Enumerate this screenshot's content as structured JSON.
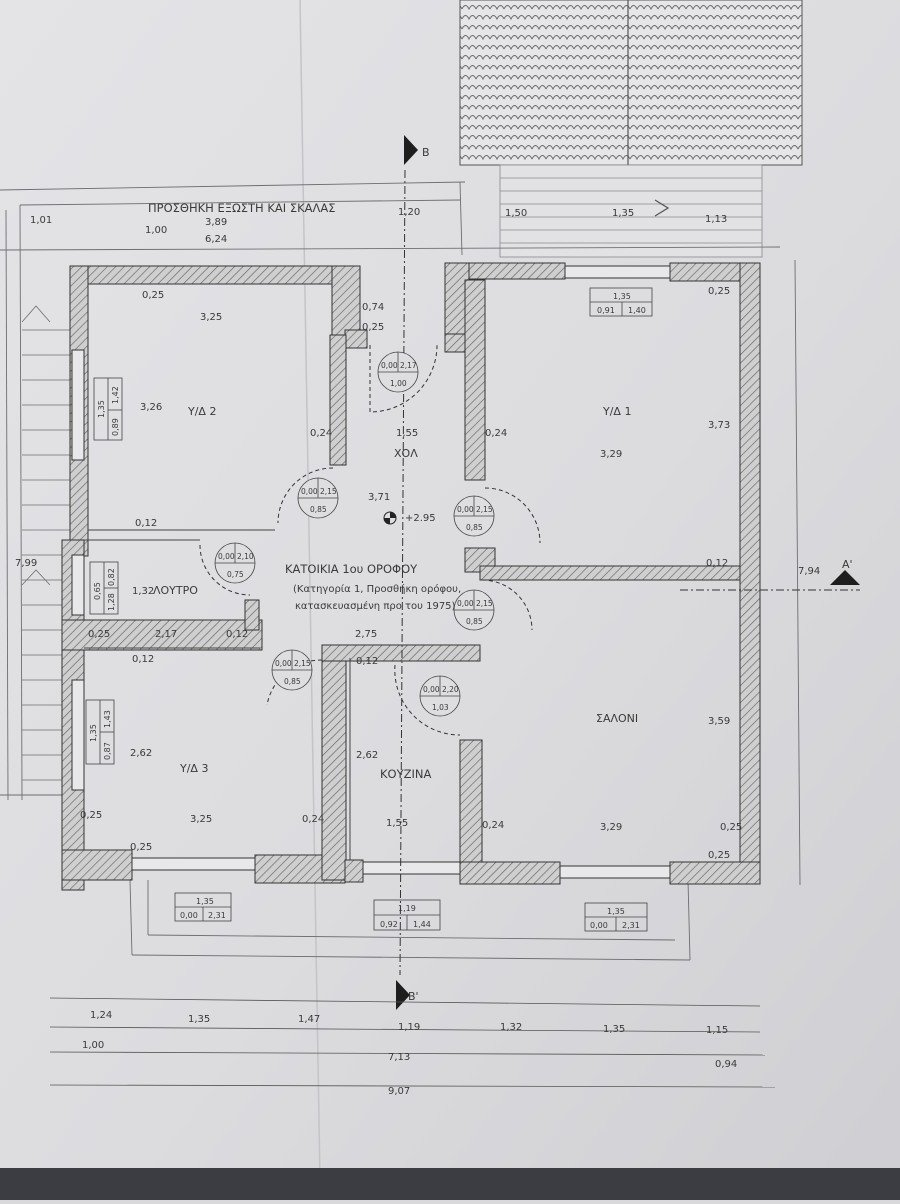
{
  "drawing": {
    "header_label": "ΠΡΟΣΘΗΚΗ ΕΞΩΣΤΗ ΚΑΙ ΣΚΑΛΑΣ",
    "title": "ΚΑΤΟΙΚΙΑ 1ου ΟΡΟΦΟΥ",
    "subtitle_1": "(Κατηγορία 1, Προσθήκη ορόφου,",
    "subtitle_2": "κατασκευασμένη προ του 1975)",
    "level_mark": "+2.95",
    "section_b": "B",
    "section_b_prime": "B'",
    "section_a_prime": "A'"
  },
  "rooms": {
    "yd2": "Υ/Δ 2",
    "yd1": "Υ/Δ 1",
    "yd3": "Υ/Δ 3",
    "hall": "ΧΟΛ",
    "bath": "ΛΟΥΤΡΟ",
    "kitchen": "ΚΟΥΖΙΝΑ",
    "living": "ΣΑΛΟΝΙ"
  },
  "dims": {
    "top_101": "1,01",
    "top_389": "3,89",
    "top_120": "1,20",
    "top_150": "1,50",
    "top_135": "1,35",
    "top_113": "1,13",
    "top_100": "1,00",
    "top_624": "6,24",
    "yd2_w": "3,25",
    "yd2_wall_top": "0,25",
    "yd2_h": "3,26",
    "yd2_wall_l": "0,12",
    "hall_074": "0,74",
    "hall_025": "0,25",
    "hall_024": "0,24",
    "hall_155": "1,55",
    "hall_371": "3,71",
    "hall_275": "2,75",
    "yd1_wall_top": "0,25",
    "yd1_wall_l": "0,24",
    "yd1_w": "3,29",
    "yd1_h": "3,73",
    "yd1_012": "0,12",
    "bath_132": "1,32",
    "bath_025": "0,25",
    "bath_217": "2,17",
    "bath_012": "0,12",
    "yd3_012": "0,12",
    "yd3_h": "2,62",
    "yd3_025": "0,25",
    "yd3_w": "3,25",
    "yd3_024": "0,24",
    "yd3_025b": "0,25",
    "kit_012": "0,12",
    "kit_h": "2,62",
    "kit_w": "1,55",
    "liv_024": "0,24",
    "liv_w": "3,29",
    "liv_h": "3,59",
    "liv_025a": "0,25",
    "liv_025b": "0,25",
    "right_794": "7,94",
    "left_799": "7,99",
    "bot_124": "1,24",
    "bot_135a": "1,35",
    "bot_147": "1,47",
    "bot_119": "1,19",
    "bot_132": "1,32",
    "bot_135b": "1,35",
    "bot_115": "1,15",
    "bot_100": "1,00",
    "bot_713": "7,13",
    "bot_094": "0,94",
    "bot_907": "9,07"
  },
  "windows": {
    "w_yd1": {
      "top": "1,35",
      "l": "0,91",
      "r": "1,40"
    },
    "w_yd2": {
      "top": "1,35",
      "l": "0,89",
      "r": "1,42"
    },
    "w_bath": {
      "top": "0,65",
      "l": "1,28",
      "r": "0,82"
    },
    "w_yd3": {
      "top": "1,35",
      "l": "0,87",
      "r": "1,43"
    },
    "w_bot1": {
      "top": "1,35",
      "l": "0,00",
      "r": "2,31"
    },
    "w_bot2": {
      "top": "1,19",
      "l": "0,92",
      "r": "1,44"
    },
    "w_bot3": {
      "top": "1,35",
      "l": "0,00",
      "r": "2,31"
    }
  },
  "doors": {
    "d_entry": {
      "l": "0,00",
      "r": "2,17",
      "b": "1,00"
    },
    "d_yd2": {
      "l": "0,00",
      "r": "2,15",
      "b": "0,85"
    },
    "d_yd1": {
      "l": "0,00",
      "r": "2,15",
      "b": "0,85"
    },
    "d_bath": {
      "l": "0,00",
      "r": "2,10",
      "b": "0,75"
    },
    "d_liv": {
      "l": "0,00",
      "r": "2,15",
      "b": "0,85"
    },
    "d_yd3": {
      "l": "0,00",
      "r": "2,15",
      "b": "0,85"
    },
    "d_kit": {
      "l": "0,00",
      "r": "2,20",
      "b": "1,03"
    }
  }
}
